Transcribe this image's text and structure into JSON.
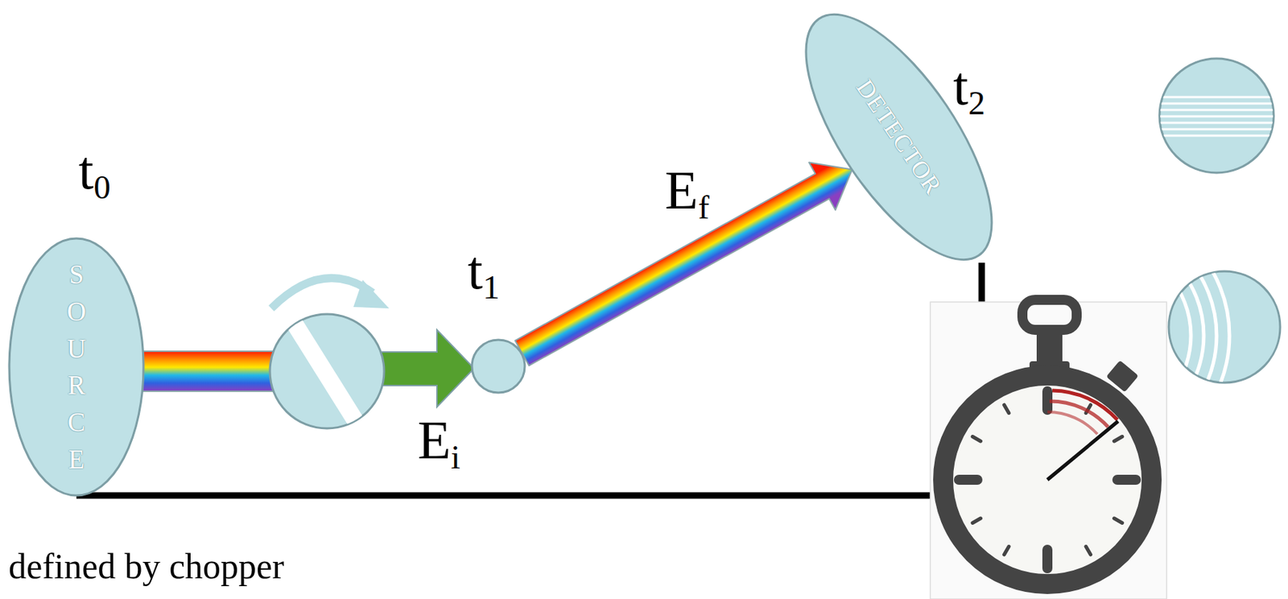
{
  "diagram": {
    "nodes": [
      {
        "text": [
          "t0",
          "SOURCE"
        ]
      },
      {
        "text": [
          "t1"
        ]
      },
      {
        "text": [
          "t2",
          "DETECTOR"
        ]
      }
    ],
    "edges": [
      {
        "from": 1,
        "to": 2,
        "arrow": "to",
        "label": "Ef"
      }
    ],
    "labels": [
      "Ei",
      "defined by chopper"
    ]
  }
}
